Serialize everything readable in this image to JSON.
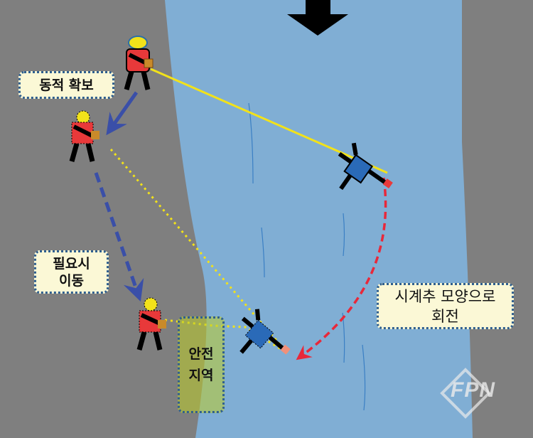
{
  "labels": {
    "dynamic_belay": "동적 확보",
    "move_if_needed_line1": "필요시",
    "move_if_needed_line2": "이동",
    "pendulum_line1": "시계추 모양으로",
    "pendulum_line2": "회전",
    "safe_zone_line1": "안전",
    "safe_zone_line2": "지역"
  },
  "watermark": "FPN",
  "colors": {
    "rock": "#7f7f7f",
    "water": "#80aed4",
    "rope": "#f2e21a",
    "move_arrow": "#3a4fa8",
    "swing_arrow": "#e8283a"
  }
}
